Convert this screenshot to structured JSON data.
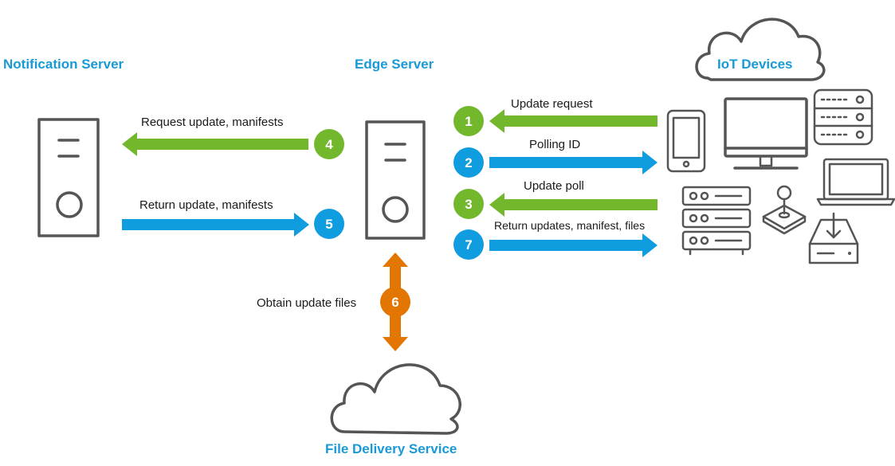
{
  "colors": {
    "title": "#199ad6",
    "green": "#73b72c",
    "blue": "#0f9de0",
    "orange": "#e37600",
    "icon": "#555555"
  },
  "titles": {
    "notification_server": "Notification  Server",
    "edge_server": "Edge Server",
    "iot_devices": "IoT Devices",
    "file_delivery": "File Delivery Service"
  },
  "steps": [
    {
      "number": "1",
      "label": "Update request",
      "color": "green",
      "direction": "from-iot-to-edge"
    },
    {
      "number": "2",
      "label": "Polling ID",
      "color": "blue",
      "direction": "from-edge-to-iot"
    },
    {
      "number": "3",
      "label": "Update poll",
      "color": "green",
      "direction": "from-iot-to-edge"
    },
    {
      "number": "4",
      "label": "Request update, manifests",
      "color": "green",
      "direction": "from-edge-to-notification"
    },
    {
      "number": "5",
      "label": "Return update, manifests",
      "color": "blue",
      "direction": "from-notification-to-edge"
    },
    {
      "number": "6",
      "label": "Obtain update files",
      "color": "orange",
      "direction": "edge-file-delivery-both"
    },
    {
      "number": "7",
      "label": "Return updates, manifest, files",
      "color": "blue",
      "direction": "from-edge-to-iot"
    }
  ],
  "icons": {
    "notification_server": "server-tower-icon",
    "edge_server": "server-tower-icon",
    "iot_cloud": "cloud-icon",
    "file_delivery_cloud": "cloud-icon",
    "devices": [
      "phone-icon",
      "desktop-monitor-icon",
      "rack-server-icon",
      "laptop-icon",
      "server-stack-icon",
      "joystick-icon",
      "download-drive-icon"
    ]
  }
}
